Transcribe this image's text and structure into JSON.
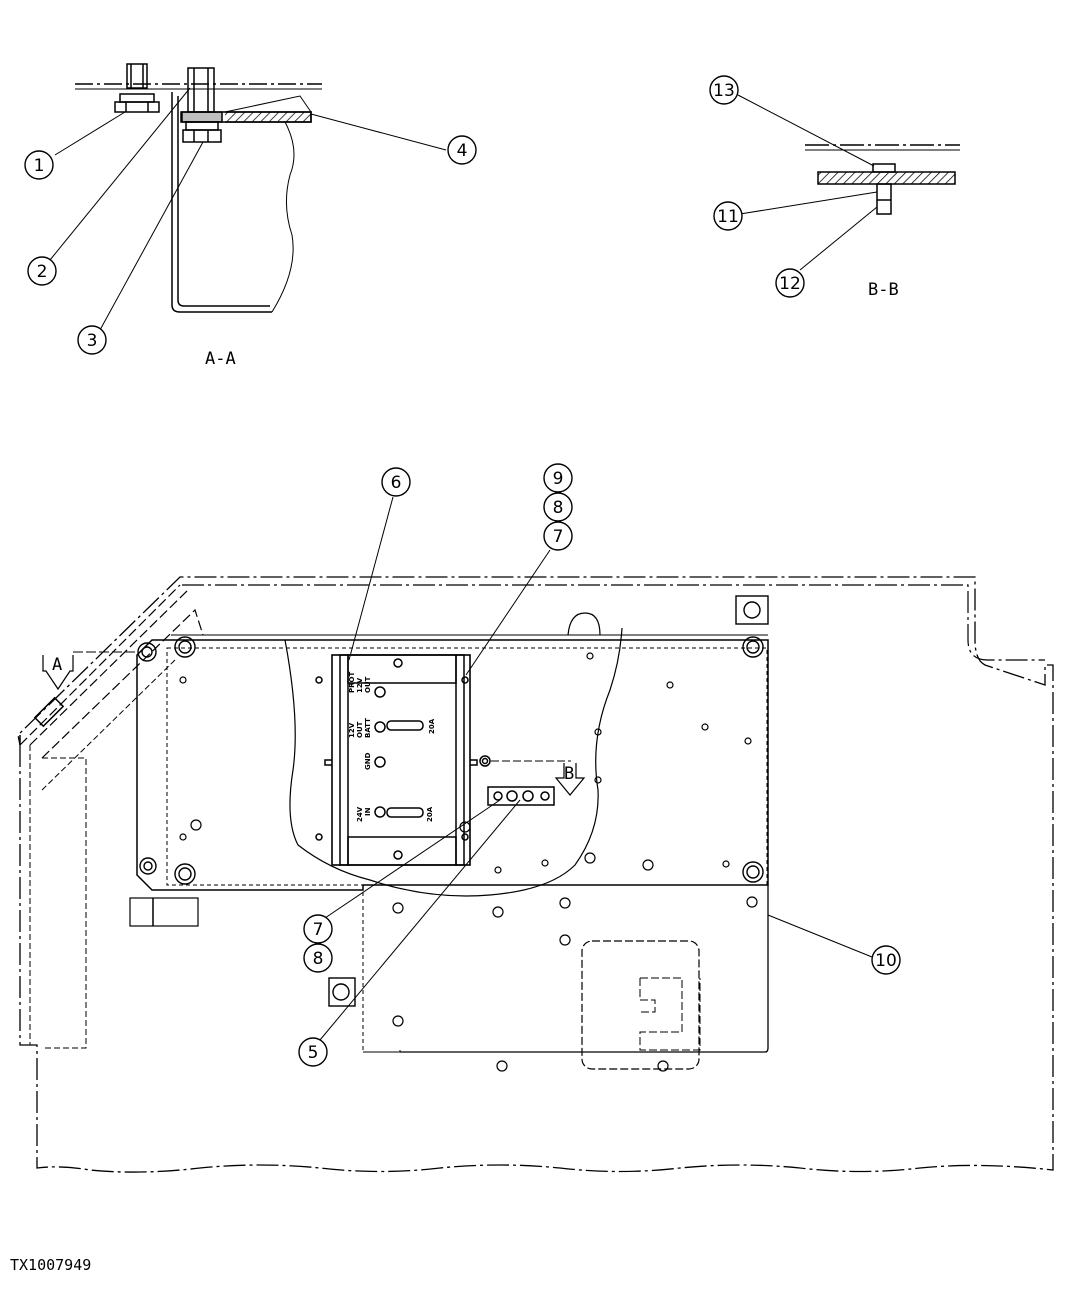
{
  "figure_id": "TX1007949",
  "views": {
    "section_a": "A-A",
    "section_b": "B-B",
    "arrow_a": "A",
    "arrow_b": "B"
  },
  "callouts": {
    "c1": "1",
    "c2": "2",
    "c3": "3",
    "c4": "4",
    "c5": "5",
    "c6": "6",
    "c7a": "7",
    "c7b": "7",
    "c8a": "8",
    "c8b": "8",
    "c9": "9",
    "c10": "10",
    "c11": "11",
    "c12": "12",
    "c13": "13"
  },
  "panel_labels": {
    "prot": "PROT",
    "l12v": "12V",
    "out": "OUT",
    "l12v_b": "12V",
    "out_b": "OUT",
    "batt": "BATT",
    "amp1": "20A",
    "gnd": "GND",
    "l24v": "24V",
    "in": "IN",
    "amp2": "20A"
  }
}
